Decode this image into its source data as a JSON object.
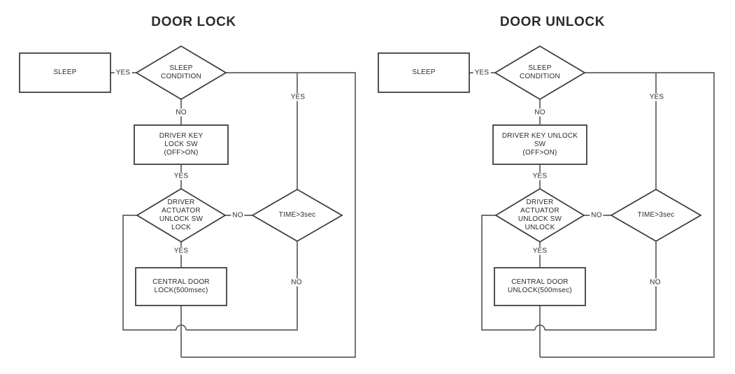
{
  "colors": {
    "background": "#ffffff",
    "connector_line": "#5f5f5f",
    "shape_border": "#3e3e3e",
    "text": "#2b2b2b"
  },
  "charts": [
    {
      "title": "DOOR LOCK",
      "nodes": {
        "sleep": "SLEEP",
        "sleep_condition": "SLEEP\nCONDITION",
        "key_switch": "DRIVER KEY\nLOCK SW\n(OFF>ON)",
        "actuator_switch": "DRIVER\nACTUATOR\nUNLOCK SW\nLOCK",
        "timer": "TIME>3sec",
        "central_door": "CENTRAL DOOR\nLOCK(500msec)"
      },
      "edge_labels": {
        "condition_yes": "YES",
        "condition_no": "NO",
        "key_yes": "YES",
        "timer_yes": "YES",
        "actuator_no": "NO",
        "actuator_yes": "YES",
        "timer_no": "NO"
      }
    },
    {
      "title": "DOOR UNLOCK",
      "nodes": {
        "sleep": "SLEEP",
        "sleep_condition": "SLEEP\nCONDITION",
        "key_switch": "DRIVER KEY UNLOCK\nSW\n(OFF>ON)",
        "actuator_switch": "DRIVER\nACTUATOR\nUNLOCK SW\nUNLOCK",
        "timer": "TIME>3sec",
        "central_door": "CENTRAL DOOR\nUNLOCK(500msec)"
      },
      "edge_labels": {
        "condition_yes": "YES",
        "condition_no": "NO",
        "key_yes": "YES",
        "timer_yes": "YES",
        "actuator_no": "NO",
        "actuator_yes": "YES",
        "timer_no": "NO"
      }
    }
  ]
}
